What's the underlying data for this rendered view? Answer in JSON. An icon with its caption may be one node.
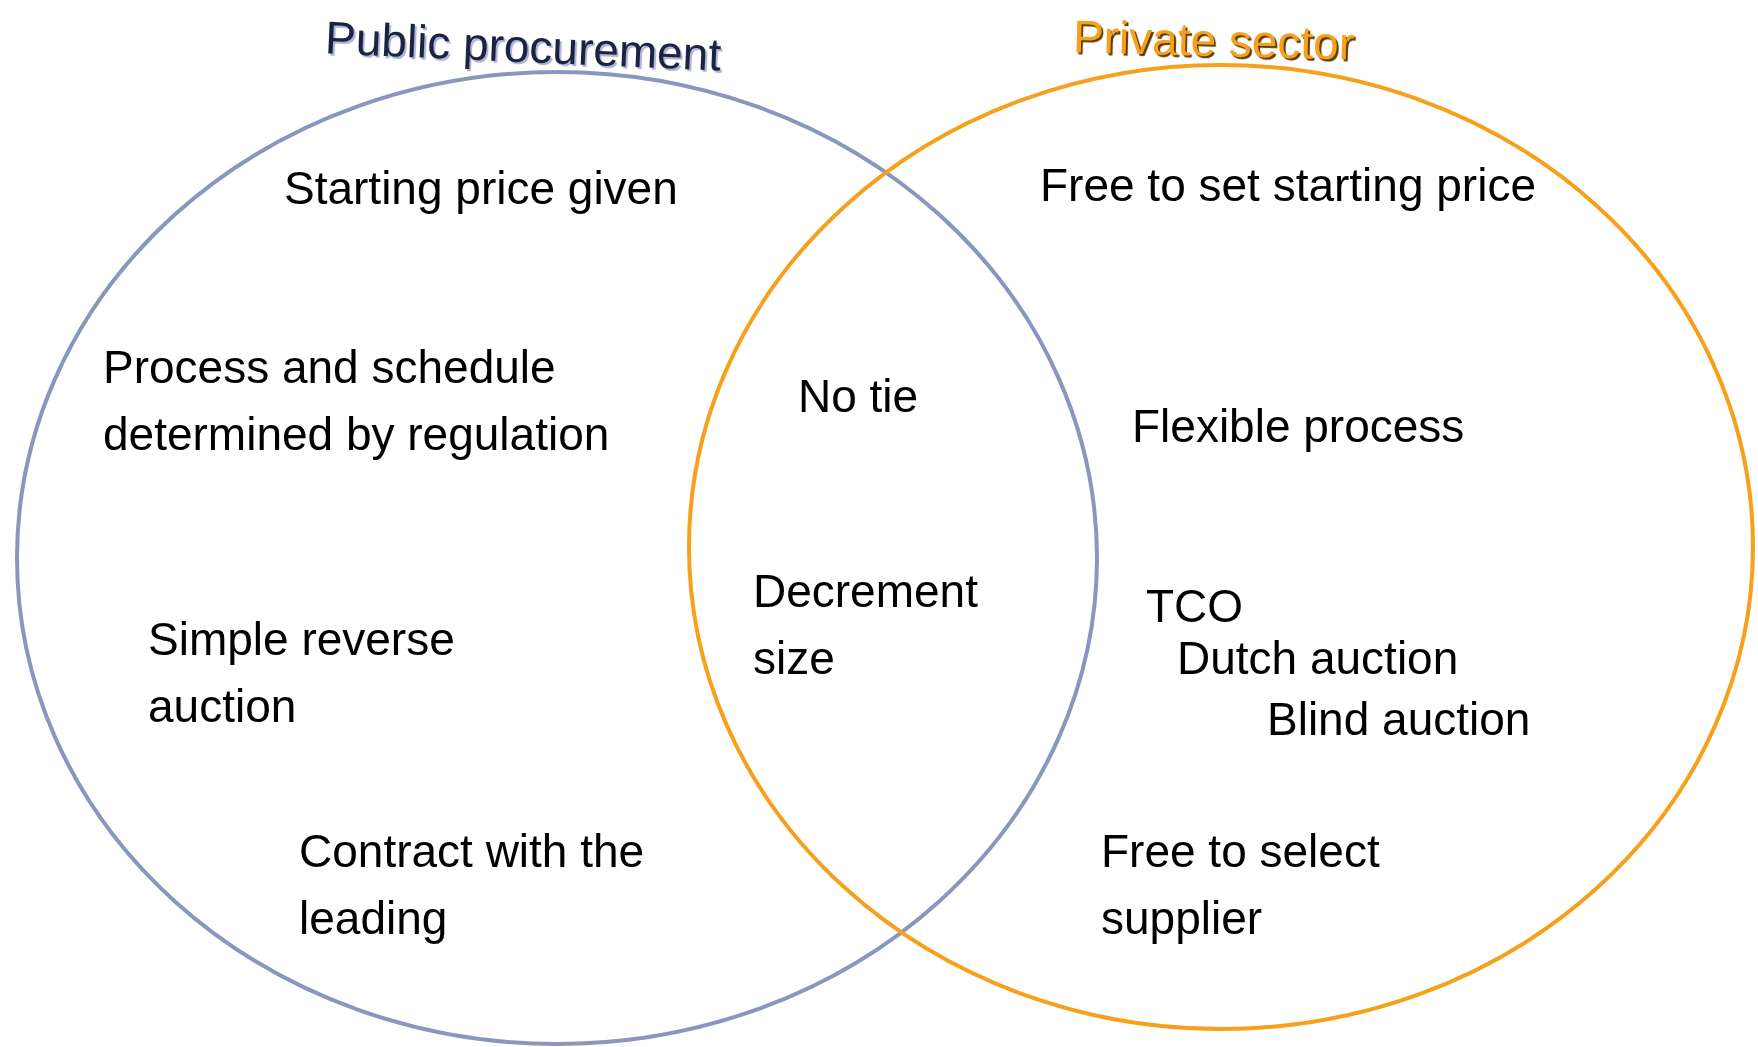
{
  "diagram": {
    "nodes": [
      {
        "text": [
          "Public procurement"
        ]
      },
      {
        "text": [
          "Private sector"
        ]
      }
    ],
    "labels": [
      "Starting price given",
      "Free to set starting price",
      "Process and schedule determined by regulation",
      "No tie",
      "Flexible process",
      "Decrement size",
      "TCO",
      "Simple reverse auction",
      "Dutch auction",
      "Blind auction",
      "Contract with the leading",
      "Free to select supplier"
    ]
  }
}
